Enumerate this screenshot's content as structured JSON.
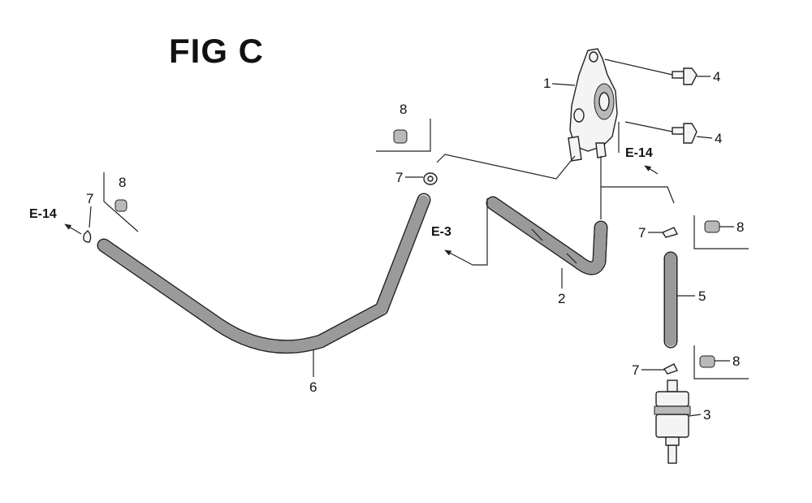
{
  "title": "FIG C",
  "refs": {
    "e14_left": "E-14",
    "e3": "E-3",
    "e14_right": "E-14"
  },
  "callouts": {
    "pump": "1",
    "hose_short": "2",
    "filter": "3",
    "bolt_upper": "4",
    "bolt_lower": "4",
    "hose_straight": "5",
    "hose_long": "6",
    "clip_left": "7",
    "clip_mid": "7",
    "clip_right_upper": "7",
    "clip_right_lower": "7",
    "clamp_left": "8",
    "clamp_mid": "8",
    "clamp_right_upper": "8",
    "clamp_right_lower": "8"
  }
}
